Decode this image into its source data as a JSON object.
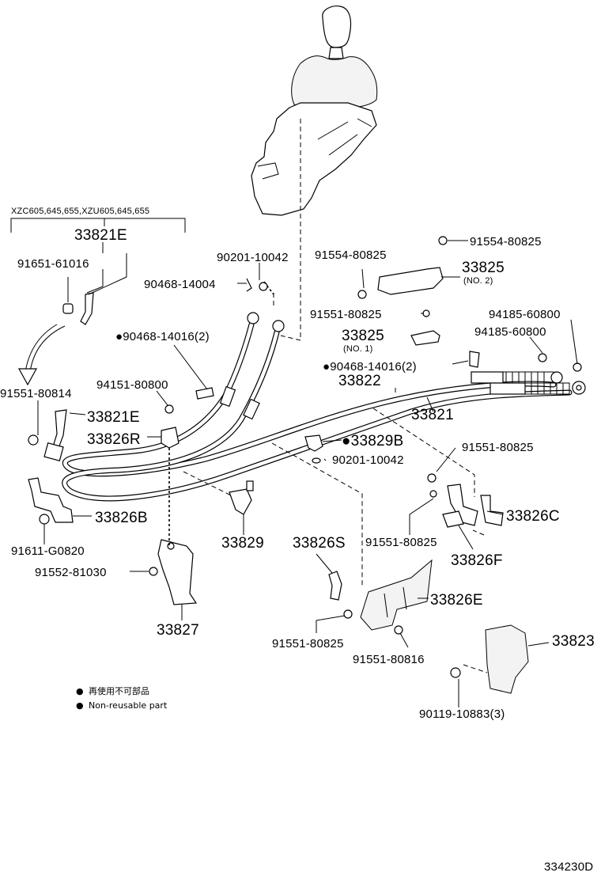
{
  "diagram": {
    "variant_note": "XZC605,645,655,XZU605,645,655",
    "figure_code": "334230D",
    "legend": [
      {
        "symbol": "●",
        "text": "再使用不可部品"
      },
      {
        "symbol": "●",
        "text": "Non-reusable part"
      }
    ],
    "labels": {
      "p33821E_top": "33821E",
      "p91651_61016": "91651-61016",
      "p90201_10042_top": "90201-10042",
      "p90468_14004": "90468-14004",
      "p90468_14016_left": "●90468-14016(2)",
      "p94151_80800": "94151-80800",
      "p91551_80814": "91551-80814",
      "p33821E_mid": "33821E",
      "p33826R": "33826R",
      "p33826B": "33826B",
      "p91611_G0820": "91611-G0820",
      "p91552_81030": "91552-81030",
      "p33827": "33827",
      "p33829": "33829",
      "p33826S": "33826S",
      "p91551_80825_bl": "91551-80825",
      "p91551_80816": "91551-80816",
      "p33826E": "33826E",
      "p33823": "33823",
      "p90119_10883": "90119-10883(3)",
      "p91554_80825_top": "91554-80825",
      "p91554_80825_mid": "91554-80825",
      "p33825_no2": "33825",
      "p33825_no2_sub": "(NO. 2)",
      "p91551_80825_up": "91551-80825",
      "p94185_60800_a": "94185-60800",
      "p94185_60800_b": "94185-60800",
      "p33825_no1": "33825",
      "p33825_no1_sub": "(NO. 1)",
      "p90468_14016_right": "●90468-14016(2)",
      "p33822": "33822",
      "p33821": "33821",
      "p33829B": "●33829B",
      "p90201_10042_mid": "90201-10042",
      "p91551_80825_r": "91551-80825",
      "p33826C": "33826C",
      "p91551_80825_c": "91551-80825",
      "p33826F": "33826F"
    }
  }
}
